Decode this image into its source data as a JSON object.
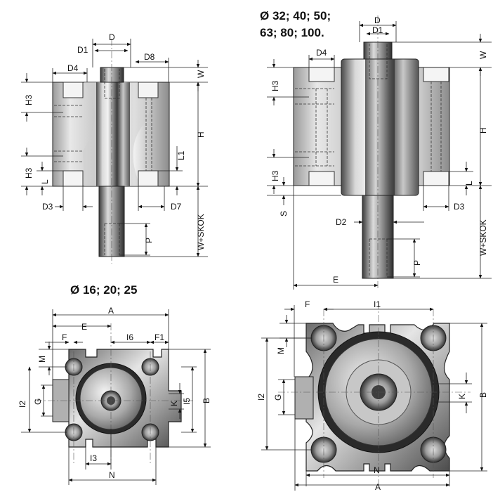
{
  "titles": {
    "large_bores_line1": "Ø 32; 40; 50;",
    "large_bores_line2": "63; 80; 100.",
    "small_bores": "Ø 16; 20; 25"
  },
  "side_small": {
    "D": "D",
    "D1": "D1",
    "D4": "D4",
    "D8": "D8",
    "W": "W",
    "H3_top": "H3",
    "H": "H",
    "L1": "L1",
    "H3_bot": "H3",
    "L": "L",
    "D3": "D3",
    "D7": "D7",
    "P": "P",
    "WSKOK": "W+SKOK"
  },
  "side_large": {
    "D": "D",
    "D1": "D1",
    "D4": "D4",
    "W": "W",
    "H3_top": "H3",
    "H": "H",
    "H3_bot": "H3",
    "L": "L",
    "S": "S",
    "D3": "D3",
    "D2": "D2",
    "P": "P",
    "WSKOK": "W+SKOK",
    "E": "E"
  },
  "front_small": {
    "A": "A",
    "E": "E",
    "F": "F",
    "I6": "I6",
    "F1": "F1",
    "M": "M",
    "I2": "I2",
    "G": "G",
    "K": "K",
    "I5": "I5",
    "B": "B",
    "I3": "I3",
    "N": "N"
  },
  "front_large": {
    "F": "F",
    "I1": "I1",
    "M": "M",
    "I2": "I2",
    "G": "G",
    "K": "K",
    "B": "B",
    "N": "N",
    "A": "A"
  }
}
